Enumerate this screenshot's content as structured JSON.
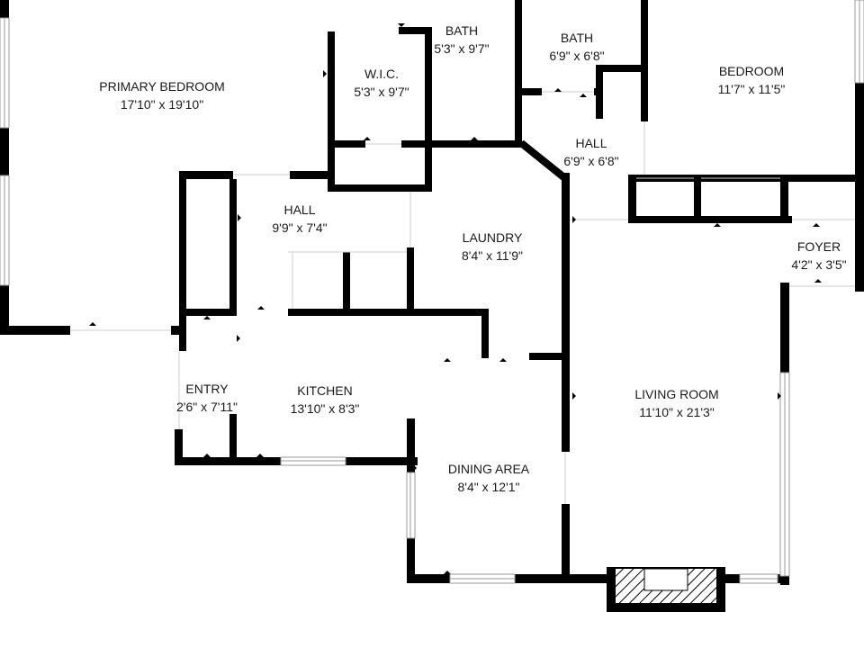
{
  "rooms": [
    {
      "id": "primary-bedroom",
      "name": "PRIMARY BEDROOM",
      "size": "17'10\" x 19'10\""
    },
    {
      "id": "wic",
      "name": "W.I.C.",
      "size": "5'3\" x 9'7\""
    },
    {
      "id": "bath-1",
      "name": "BATH",
      "size": "5'3\" x 9'7\""
    },
    {
      "id": "bath-2",
      "name": "BATH",
      "size": "6'9\" x 6'8\""
    },
    {
      "id": "bedroom",
      "name": "BEDROOM",
      "size": "11'7\" x 11'5\""
    },
    {
      "id": "hall-right",
      "name": "HALL",
      "size": "6'9\" x 6'8\""
    },
    {
      "id": "hall-left",
      "name": "HALL",
      "size": "9'9\" x 7'4\""
    },
    {
      "id": "laundry",
      "name": "LAUNDRY",
      "size": "8'4\" x 11'9\""
    },
    {
      "id": "foyer",
      "name": "FOYER",
      "size": "4'2\" x 3'5\""
    },
    {
      "id": "entry",
      "name": "ENTRY",
      "size": "2'6\" x 7'11\""
    },
    {
      "id": "kitchen",
      "name": "KITCHEN",
      "size": "13'10\" x 8'3\""
    },
    {
      "id": "living-room",
      "name": "LIVING ROOM",
      "size": "11'10\" x 21'3\""
    },
    {
      "id": "dining-area",
      "name": "DINING AREA",
      "size": "8'4\" x 12'1\""
    }
  ]
}
